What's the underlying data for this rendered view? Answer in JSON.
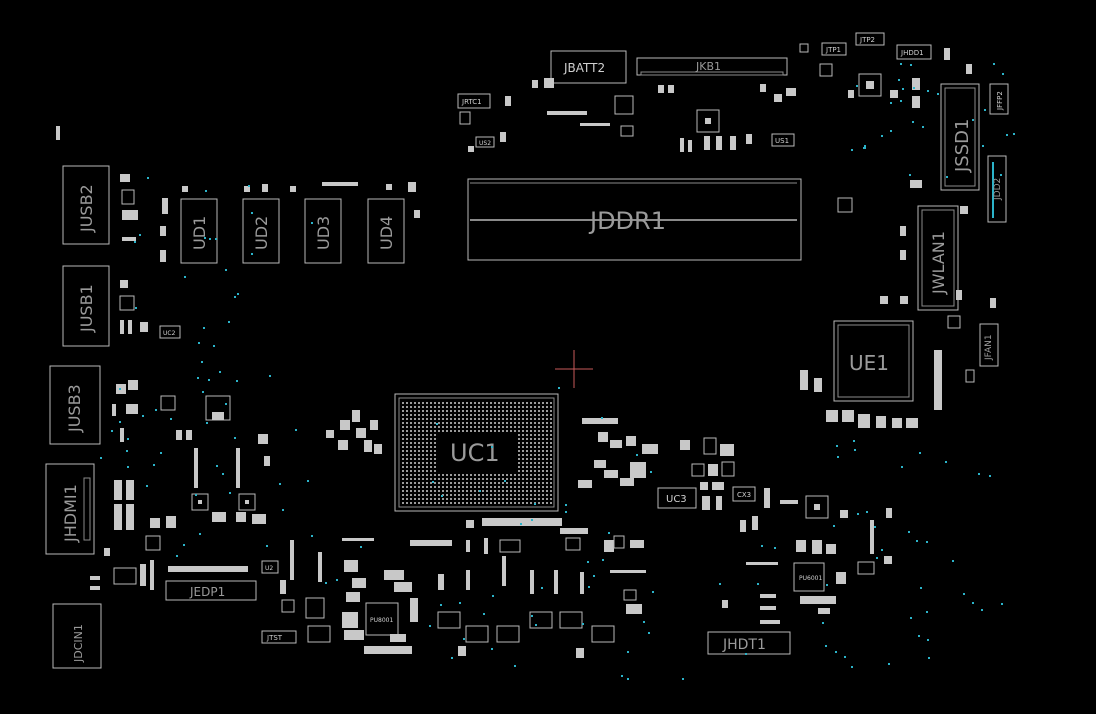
{
  "board": {
    "background": "#000000",
    "outline_color": "#b9b9b9",
    "via_color": "#2bb3c9",
    "marker_color": "#c85a5a"
  },
  "labels": {
    "jbatt2": "JBATT2",
    "jkb1": "JKB1",
    "jtp2": "JTP2",
    "jtp1": "JTP1",
    "jhdd1": "JHDD1",
    "jrtc1": "JRTC1",
    "us2": "US2",
    "us1": "US1",
    "jssd1": "JSSD1",
    "jffp2": "JFFP2",
    "jdd2": "JDD2",
    "jusb2": "JUSB2",
    "jusb1": "JUSB1",
    "jusb3": "JUSB3",
    "jhdmi1": "JHDMI1",
    "jdcin1": "JDCIN1",
    "ud1": "UD1",
    "ud2": "UD2",
    "ud3": "UD3",
    "ud4": "UD4",
    "jddr1": "JDDR1",
    "jwlan1": "JWLAN1",
    "ue1": "UE1",
    "jfan1": "JFAN1",
    "uc1": "UC1",
    "uc3": "UC3",
    "cx3": "CX3",
    "jedp1": "JEDP1",
    "jtst": "JTST",
    "pu8001": "PU8001",
    "jhdt1": "JHDT1",
    "pu6001": "PU6001",
    "u2": "U2",
    "uc2": "UC2"
  }
}
